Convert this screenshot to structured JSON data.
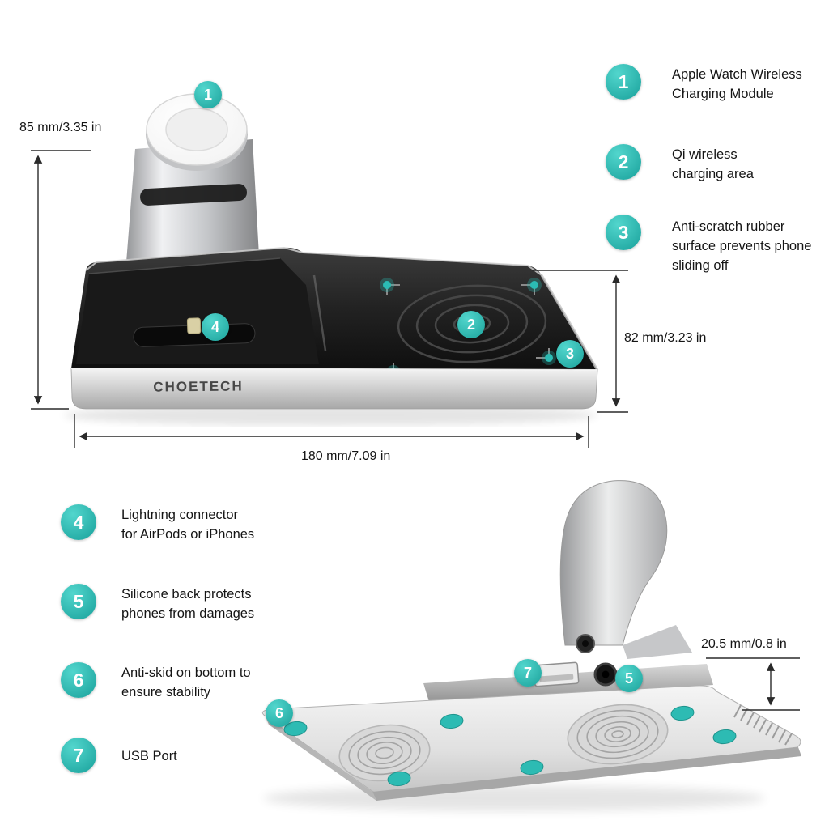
{
  "brand": "CHOETECH",
  "accent_color": "#2BBCB4",
  "dimensions": {
    "height": "85 mm/3.35 in",
    "depth": "82 mm/3.23 in",
    "width": "180 mm/7.09 in",
    "thickness": "20.5 mm/0.8 in"
  },
  "legend_right": [
    {
      "num": "1",
      "line1": "Apple Watch Wireless",
      "line2": "Charging Module"
    },
    {
      "num": "2",
      "line1": "Qi wireless",
      "line2": "charging area"
    },
    {
      "num": "3",
      "line1": "Anti-scratch rubber",
      "line2": "surface prevents phone",
      "line3": "sliding off"
    }
  ],
  "legend_left": [
    {
      "num": "4",
      "line1": "Lightning connector",
      "line2": "for AirPods or iPhones"
    },
    {
      "num": "5",
      "line1": "Silicone back protects",
      "line2": "phones from damages"
    },
    {
      "num": "6",
      "line1": "Anti-skid on bottom to",
      "line2": "ensure stability"
    },
    {
      "num": "7",
      "line1": "USB Port"
    }
  ],
  "markers": {
    "m1": "1",
    "m2": "2",
    "m3": "3",
    "m4": "4",
    "m5": "5",
    "m6": "6",
    "m7": "7"
  }
}
